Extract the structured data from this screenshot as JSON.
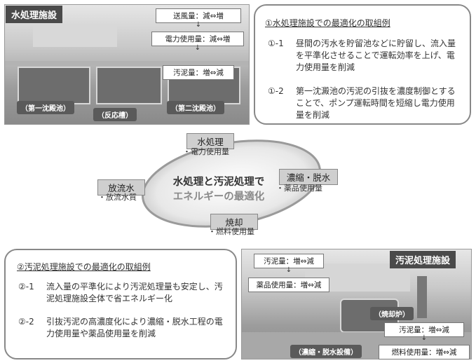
{
  "water_facility": {
    "tag": "水処理施設",
    "boxes": [
      "送風量：減⇔増",
      "電力使用量：減⇔増",
      "汚泥量：増⇔減"
    ],
    "captions": [
      "（第一沈殿池）",
      "（反応槽）",
      "（第二沈殿池）"
    ]
  },
  "water_card": {
    "title": "①水処理施設での最適化の取組例",
    "items": [
      {
        "num": "①-1",
        "text": "昼間の汚水を貯留池などに貯留し、流入量を平準化させることで運転効率を上げ、電力使用量を削減"
      },
      {
        "num": "①-2",
        "text": "第一沈澱池の汚泥の引抜を濃度制御とすることで、ポンプ運転時間を短縮し電力使用量を削減"
      }
    ]
  },
  "cycle": {
    "center_line1": "水処理と汚泥処理で",
    "center_line2": "エネルギーの最適化",
    "nodes": [
      {
        "label": "水処理",
        "sub": "・電力使用量"
      },
      {
        "label": "濃縮・脱水",
        "sub": "・薬品使用量"
      },
      {
        "label": "焼却",
        "sub": "・燃料使用量"
      },
      {
        "label": "放流水",
        "sub": "・放流水質"
      }
    ]
  },
  "sludge_card": {
    "title": "②汚泥処理施設での最適化の取組例",
    "items": [
      {
        "num": "②-1",
        "text": "流入量の平準化により汚泥処理量も安定し、汚泥処理施設全体で省エネルギー化"
      },
      {
        "num": "②-2",
        "text": "引抜汚泥の高濃度化により濃縮・脱水工程の電力使用量や薬品使用量を削減"
      }
    ]
  },
  "sludge_facility": {
    "tag": "汚泥処理施設",
    "box_top": [
      "汚泥量：増⇔減",
      "薬品使用量：増⇔減"
    ],
    "box_bottom": [
      "汚泥量：増⇔減",
      "燃料使用量：増⇔減"
    ],
    "cap_incinerator": "（焼却炉）",
    "cap_dewater": "（濃縮・脱水設備）"
  }
}
